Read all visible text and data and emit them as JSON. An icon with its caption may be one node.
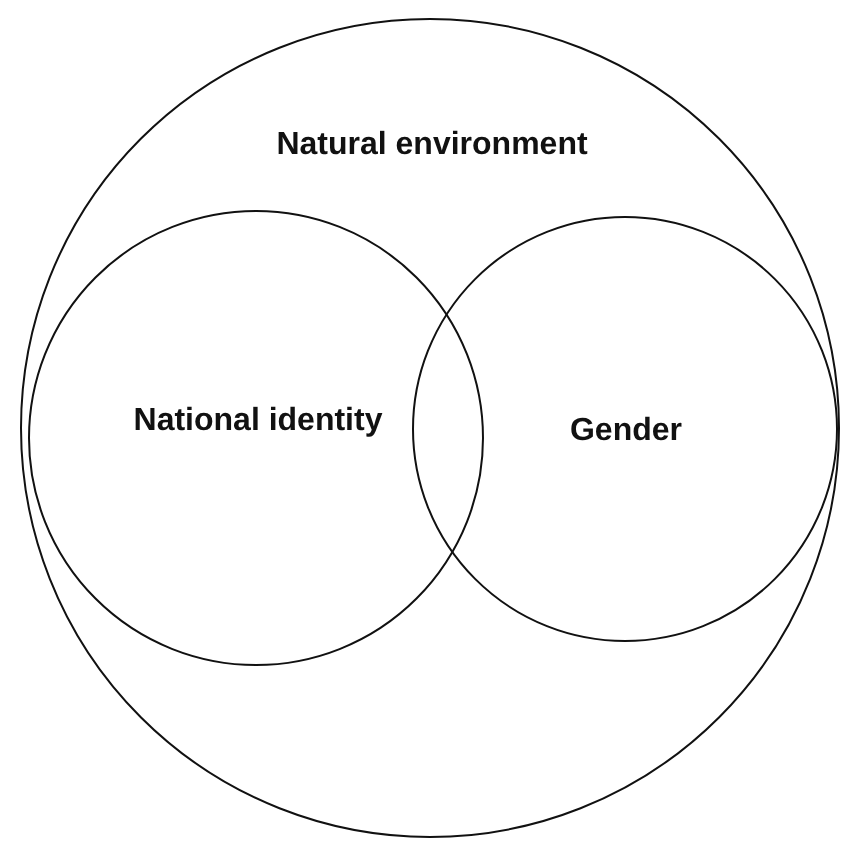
{
  "diagram": {
    "nodes": [
      {
        "text": [
          "Natural environment"
        ]
      },
      {
        "text": [
          "National identity"
        ],
        "in": 0
      },
      {
        "text": [
          "Gender"
        ],
        "in": 0
      }
    ]
  }
}
